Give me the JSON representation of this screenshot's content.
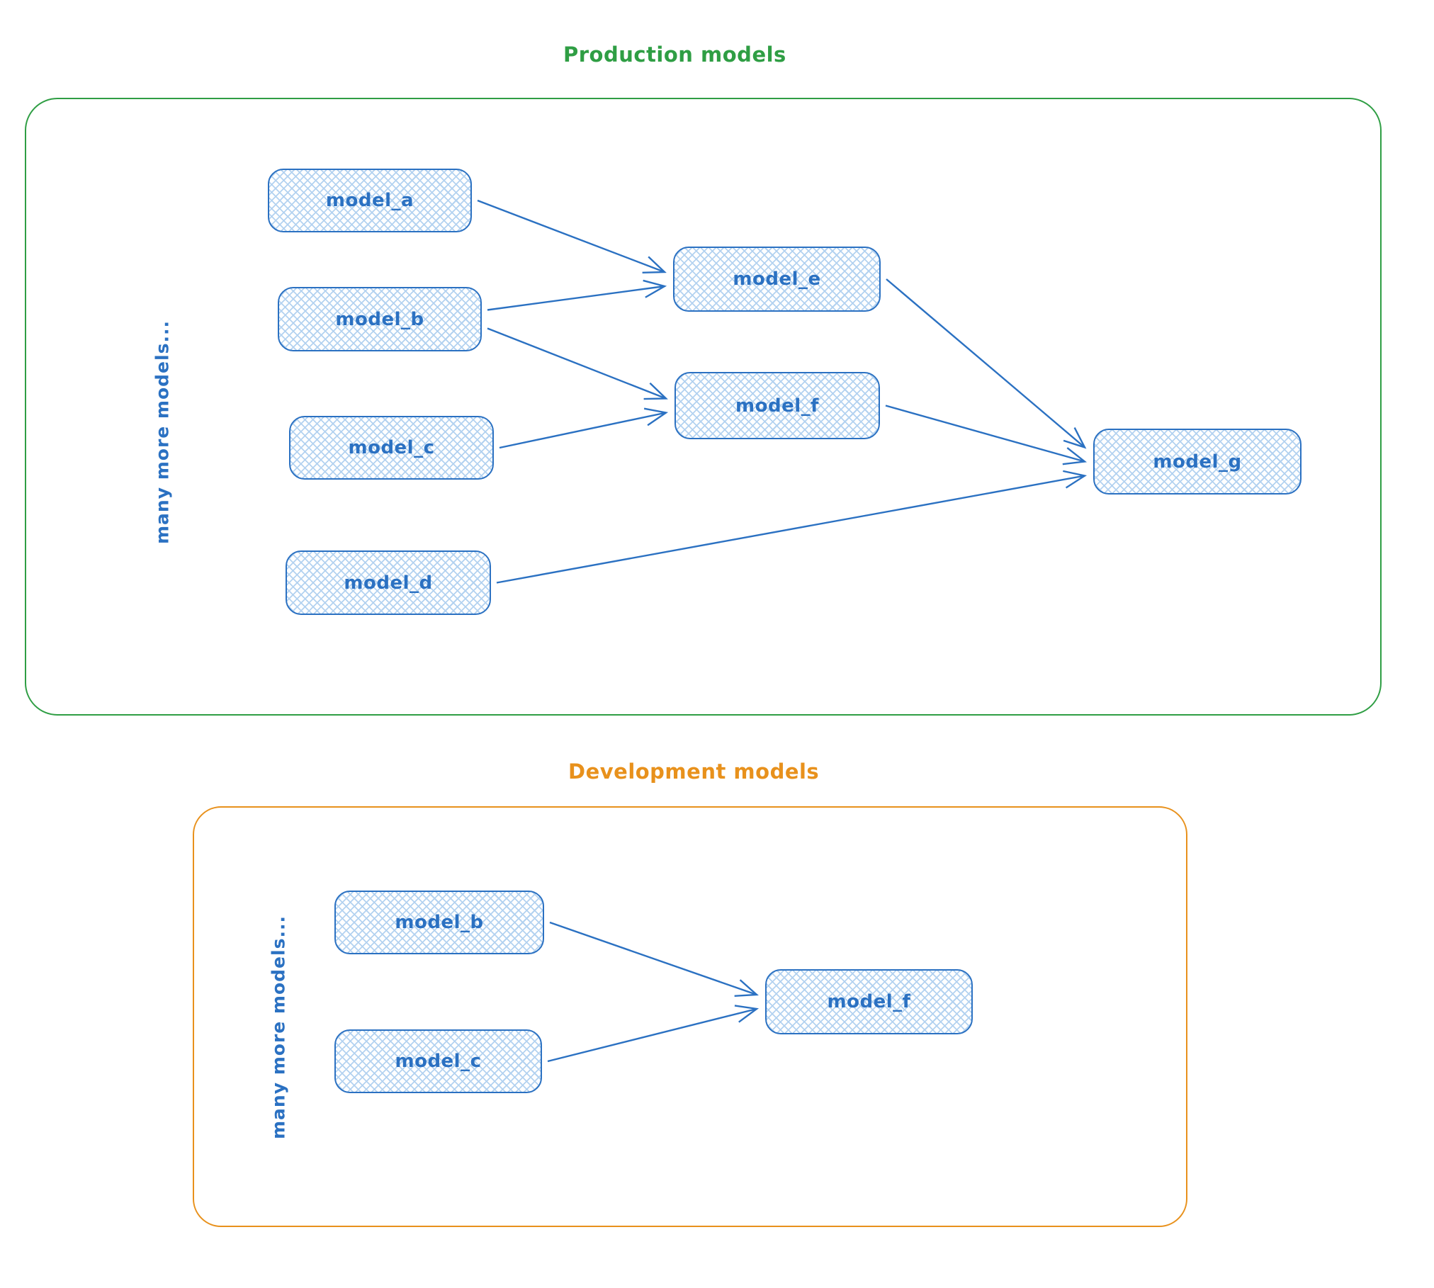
{
  "colors": {
    "blue": "#2b71c2",
    "hatch": "#b3d2f0",
    "green": "#2f9e44",
    "orange": "#e8911c",
    "background": "#ffffff"
  },
  "production": {
    "title": "Production models",
    "note": "many more models...",
    "nodes": {
      "a": "model_a",
      "b": "model_b",
      "c": "model_c",
      "d": "model_d",
      "e": "model_e",
      "f": "model_f",
      "g": "model_g"
    }
  },
  "development": {
    "title": "Development models",
    "note": "many more models...",
    "nodes": {
      "b": "model_b",
      "c": "model_c",
      "f": "model_f"
    }
  },
  "edges": [
    {
      "from": "prod-a",
      "to": "prod-e"
    },
    {
      "from": "prod-b",
      "to": "prod-e"
    },
    {
      "from": "prod-b",
      "to": "prod-f"
    },
    {
      "from": "prod-c",
      "to": "prod-f"
    },
    {
      "from": "prod-e",
      "to": "prod-g"
    },
    {
      "from": "prod-f",
      "to": "prod-g"
    },
    {
      "from": "prod-d",
      "to": "prod-g"
    },
    {
      "from": "dev-b",
      "to": "dev-f"
    },
    {
      "from": "dev-c",
      "to": "dev-f"
    }
  ]
}
